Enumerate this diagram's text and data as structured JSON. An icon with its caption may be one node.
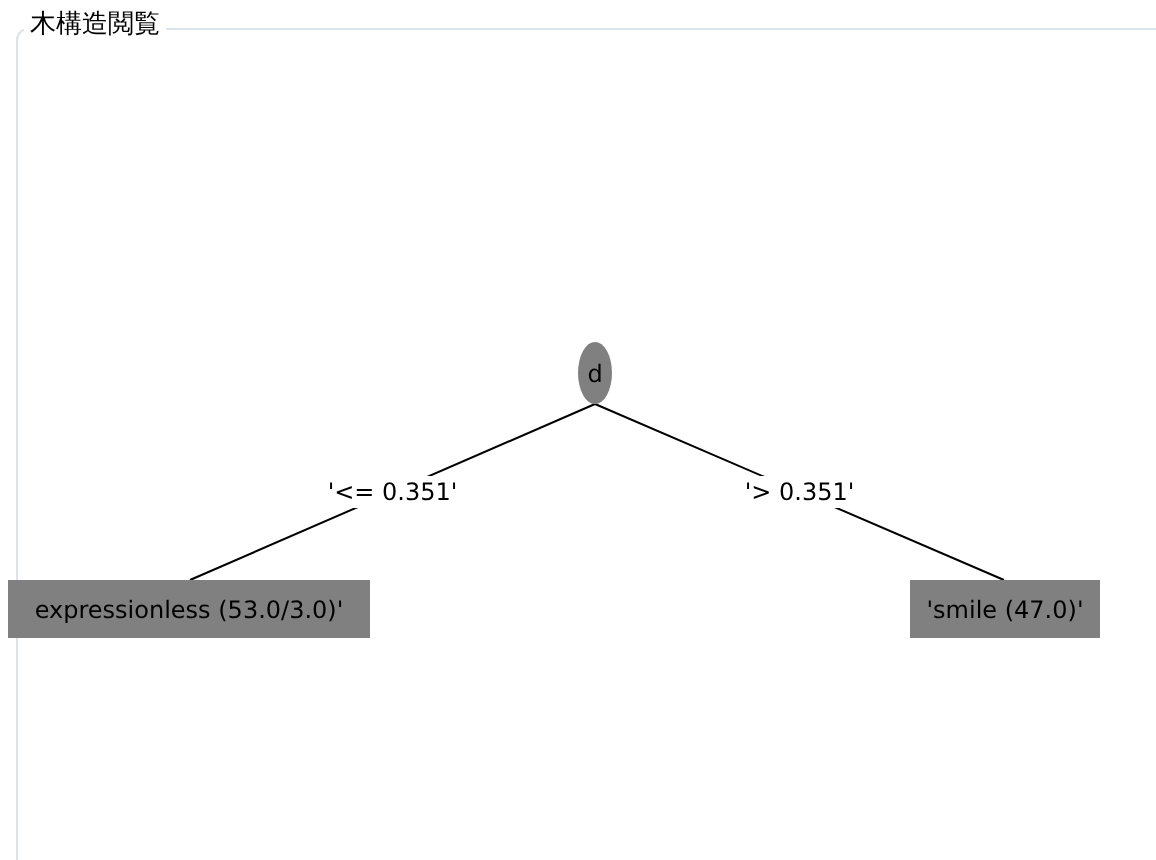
{
  "diagram": {
    "title": "木構造閲覧",
    "nodes": [
      {
        "text": [
          "d"
        ]
      },
      {
        "text": [
          "expressionless (53.0/3.0)'"
        ]
      },
      {
        "text": [
          "'smile (47.0)'"
        ]
      }
    ],
    "edges": [
      {
        "from": 0,
        "to": 1,
        "arrow": "none",
        "label": "'<= 0.351'"
      },
      {
        "from": 0,
        "to": 2,
        "arrow": "none",
        "label": "'> 0.351'"
      }
    ]
  }
}
